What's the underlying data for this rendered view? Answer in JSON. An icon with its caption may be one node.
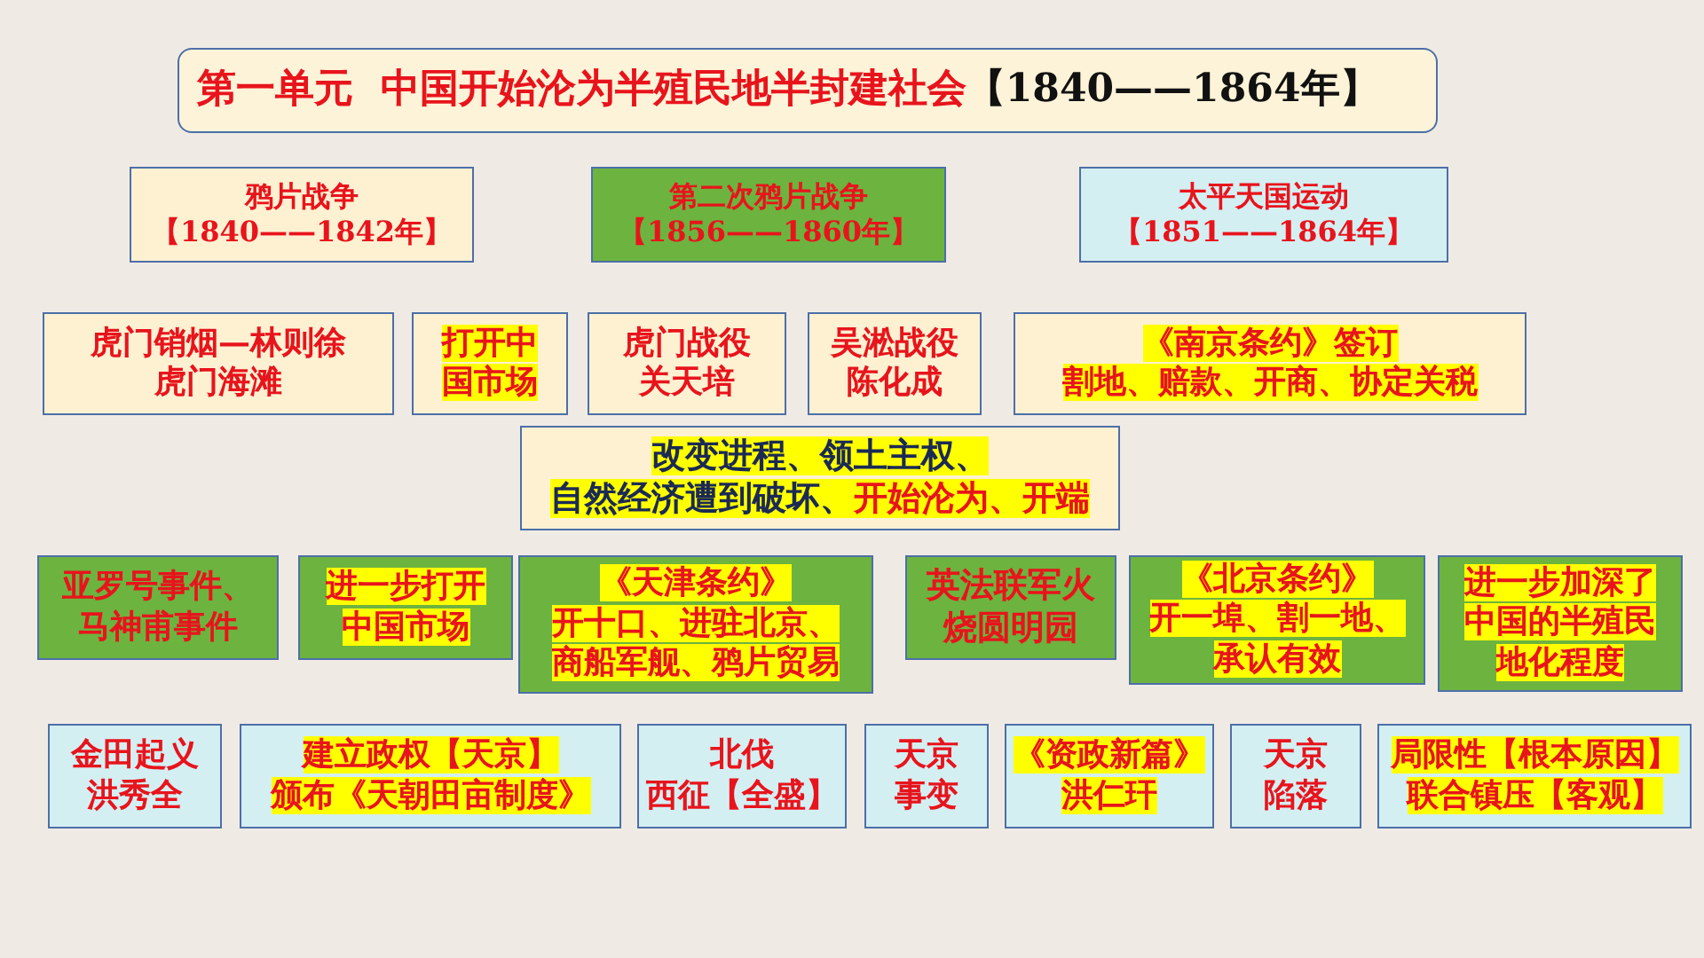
{
  "diagram": {
    "nodes": [
      {
        "text": [
          "第一单元  中国开始沦为半殖民地半封建社会",
          "【1840——1864年】"
        ]
      },
      {
        "text": [
          "鸦片战争",
          "【1840——1842年】"
        ]
      },
      {
        "text": [
          "第二次鸦片战争",
          "【1856——1860年】"
        ]
      },
      {
        "text": [
          "太平天国运动",
          "【1851——1864年】"
        ]
      },
      {
        "text": [
          "虎门销烟—林则徐",
          "虎门海滩"
        ]
      },
      {
        "text": [
          "打开中国市场"
        ]
      },
      {
        "text": [
          "虎门战役",
          "关天培"
        ]
      },
      {
        "text": [
          "吴淞战役",
          "陈化成"
        ]
      },
      {
        "text": [
          "《南京条约》签订",
          "割地、赔款、开商、协定关税"
        ]
      },
      {
        "text": [
          "改变进程、领土主权、",
          "自然经济遭到破坏、",
          "开始沦为、开端"
        ]
      },
      {
        "text": [
          "亚罗号事件、",
          "马神甫事件"
        ]
      },
      {
        "text": [
          "进一步打开中国市场"
        ]
      },
      {
        "text": [
          "《天津条约》",
          "开十口、进驻北京、商船军舰、鸦片贸易"
        ]
      },
      {
        "text": [
          "英法联军火烧圆明园"
        ]
      },
      {
        "text": [
          "《北京条约》",
          "开一埠、割一地、承认有效"
        ]
      },
      {
        "text": [
          "进一步加深了中国的半殖民地化程度"
        ]
      },
      {
        "text": [
          "金田起义",
          "洪秀全"
        ]
      },
      {
        "text": [
          "建立政权【天京】",
          "颁布《天朝田亩制度》"
        ]
      },
      {
        "text": [
          "北伐",
          "西征【全盛】"
        ]
      },
      {
        "text": [
          "天京事变"
        ]
      },
      {
        "text": [
          "《资政新篇》",
          "洪仁玕"
        ]
      },
      {
        "text": [
          "天京陷落"
        ]
      },
      {
        "text": [
          "局限性【根本原因】",
          "联合镇压【客观】"
        ]
      }
    ],
    "edges": []
  }
}
